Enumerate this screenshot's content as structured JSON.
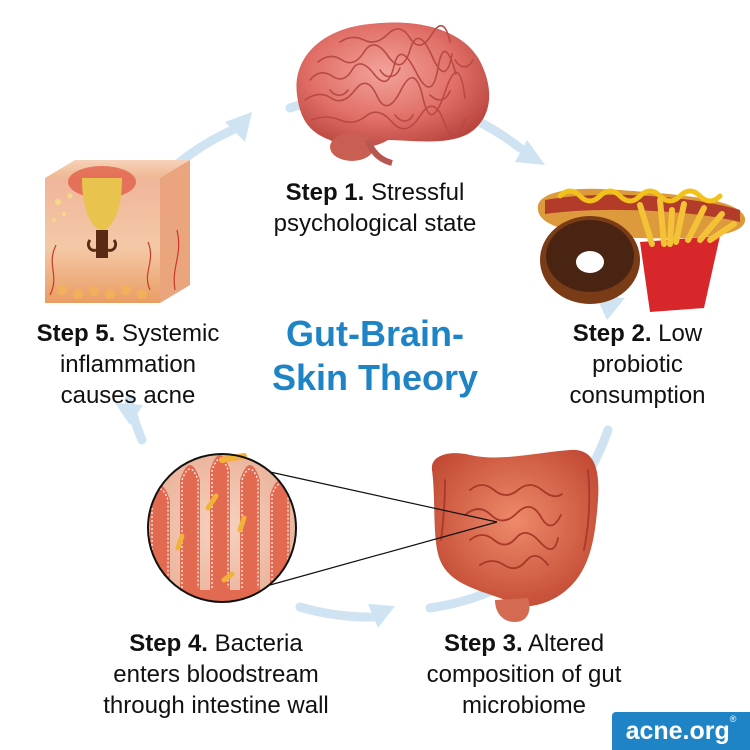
{
  "diagram": {
    "title_line1": "Gut-Brain-",
    "title_line2": "Skin Theory",
    "steps": [
      {
        "heading": "Step 1.",
        "text_line1": "Stressful",
        "text_line2": "psychological state"
      },
      {
        "heading": "Step 2.",
        "text_line1": "Low",
        "text_line2": "probiotic",
        "text_line3": "consumption"
      },
      {
        "heading": "Step 3.",
        "text_line1": "Altered",
        "text_line2": "composition of gut",
        "text_line3": "microbiome"
      },
      {
        "heading": "Step 4.",
        "text_line1": "Bacteria",
        "text_line2": "enters bloodstream",
        "text_line3": "through intestine wall"
      },
      {
        "heading": "Step 5.",
        "text_line1": "Systemic",
        "text_line2": "inflammation",
        "text_line3": "causes acne"
      }
    ],
    "illustrations": [
      "brain-illustration",
      "junk-food-illustration",
      "intestine-illustration",
      "intestinal-villi-illustration",
      "skin-pore-illustration"
    ]
  },
  "branding": {
    "logo_text": "acne.org",
    "logo_mark": "®"
  },
  "colors": {
    "title": "#1f84c6",
    "cycle_arrow": "#cfe3f2",
    "badge_background": "#1f84c6",
    "badge_text": "#ffffff",
    "text": "#111111"
  }
}
